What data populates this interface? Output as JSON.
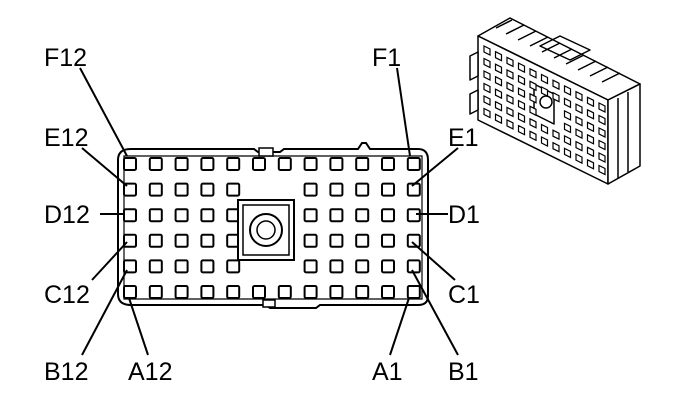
{
  "diagram": {
    "labels": {
      "F12": "F12",
      "F1": "F1",
      "E12": "E12",
      "E1": "E1",
      "D12": "D12",
      "D1": "D1",
      "C12": "C12",
      "C1": "C1",
      "B12": "B12",
      "B1": "B1",
      "A12": "A12",
      "A1": "A1"
    },
    "connector": {
      "rows": 6,
      "cols": 12,
      "row_names": [
        "F",
        "E",
        "D",
        "C",
        "B",
        "A"
      ]
    },
    "colors": {
      "line": "#000000",
      "background": "#ffffff"
    }
  }
}
